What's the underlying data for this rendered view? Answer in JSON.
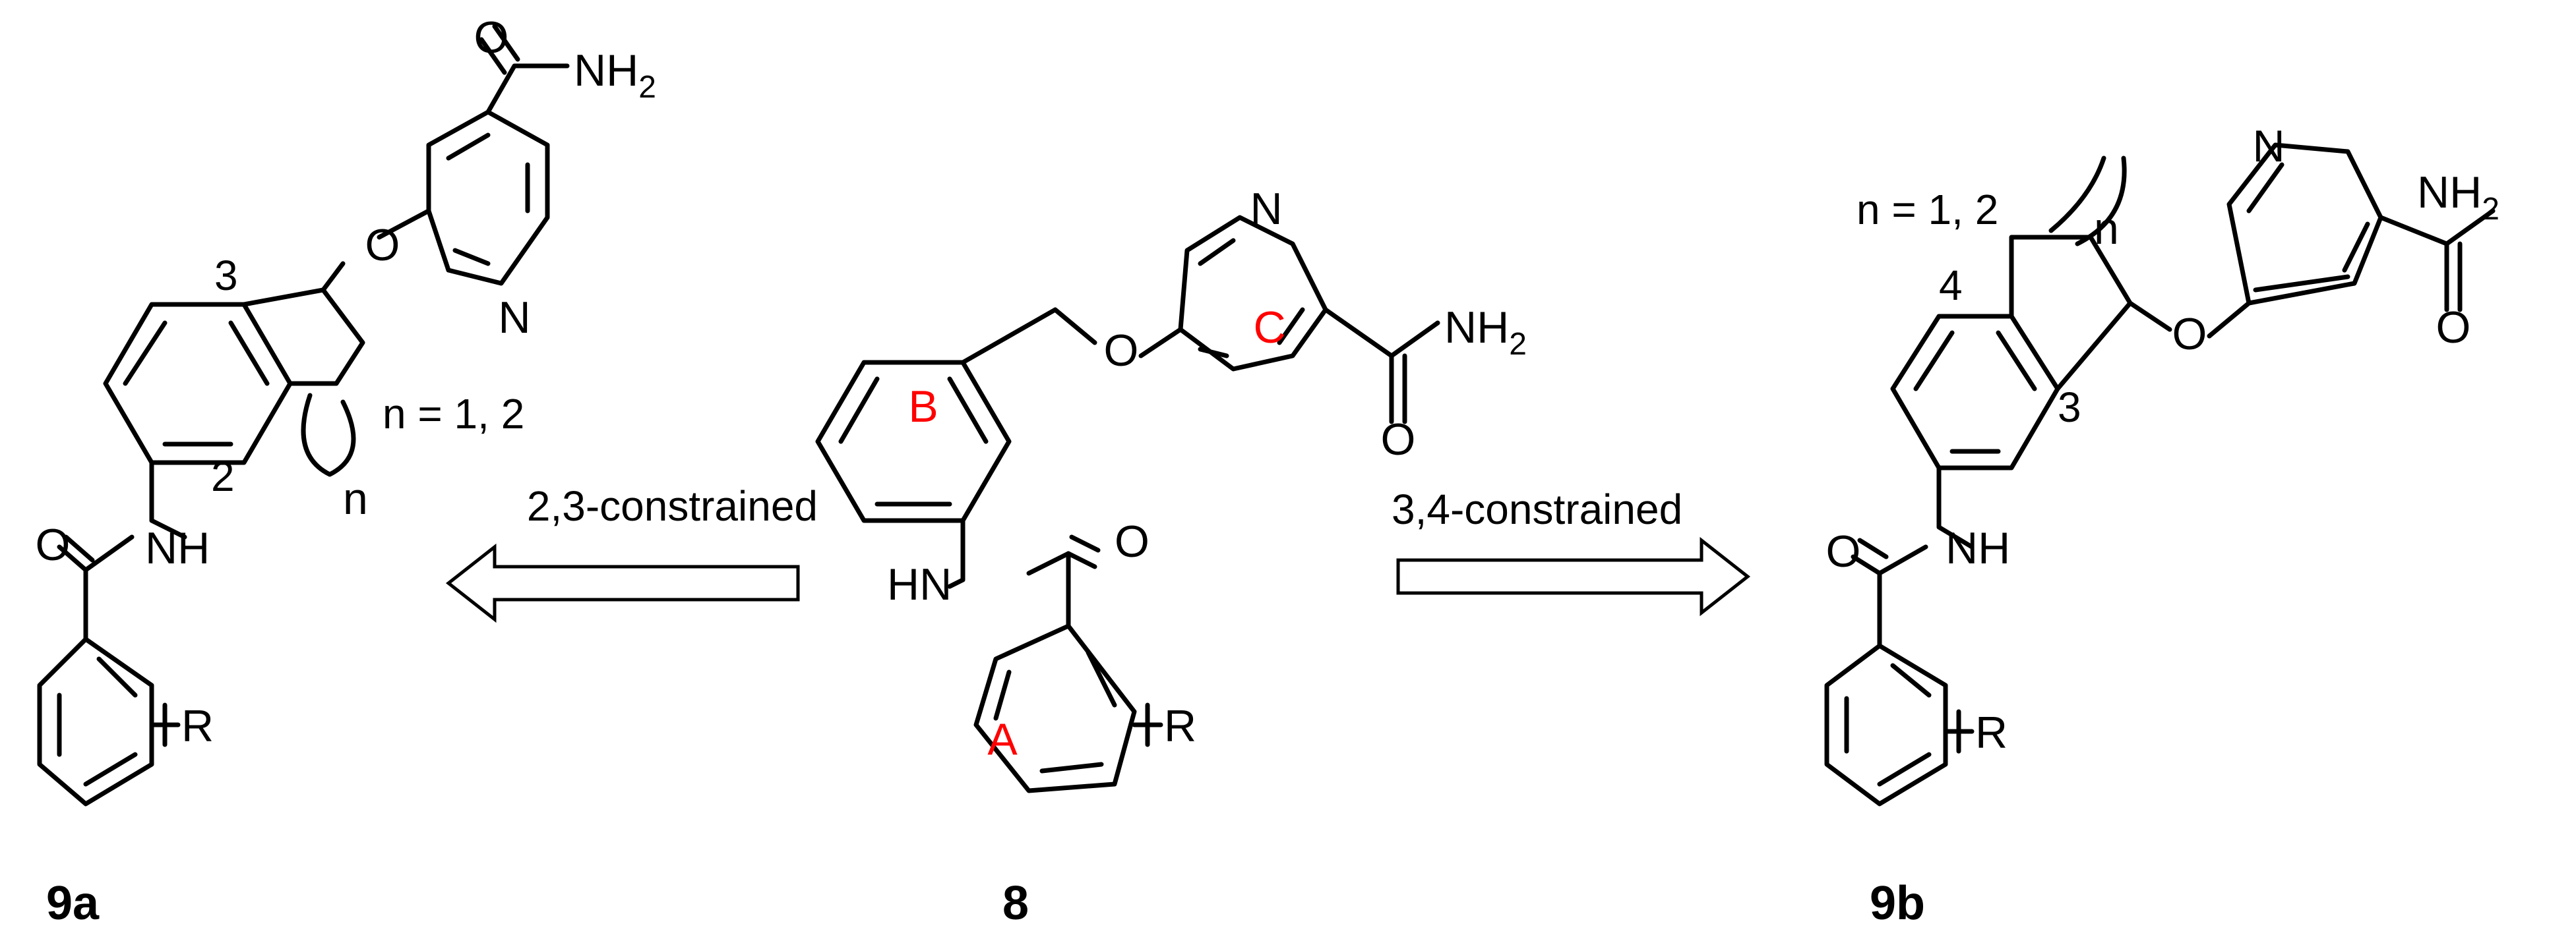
{
  "compounds": [
    {
      "id": "9a",
      "label": "9a",
      "n_values": "n = 1, 2",
      "constraint": "2,3-constrained",
      "positions": [
        "2",
        "3"
      ]
    },
    {
      "id": "8",
      "label": "8",
      "rings": [
        "A",
        "B",
        "C"
      ]
    },
    {
      "id": "9b",
      "label": "9b",
      "n_values": "n = 1, 2",
      "constraint": "3,4-constrained",
      "positions": [
        "3",
        "4"
      ]
    }
  ],
  "atoms": {
    "N": "N",
    "O": "O",
    "NH": "NH",
    "HN": "HN",
    "NH2": "NH",
    "NH2_sub": "2",
    "R": "R",
    "n": "n"
  },
  "colors": {
    "ring_labels": "#ff0000",
    "bonds": "#000000",
    "arrow_fill": "#ffffff"
  }
}
